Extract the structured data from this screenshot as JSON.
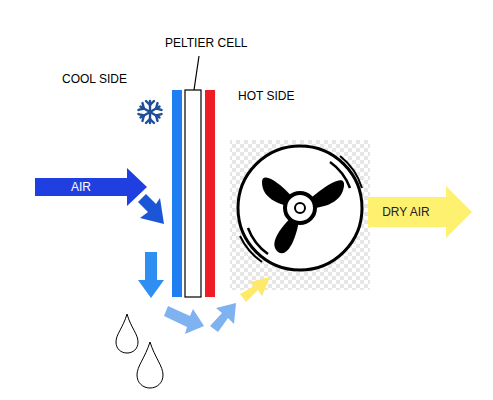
{
  "diagram": {
    "nodes": [
      {
        "text": [
          "AIR"
        ]
      },
      {
        "text": [
          "DRY AIR"
        ]
      }
    ],
    "labels": [
      "PELTIER CELL",
      "COOL SIDE",
      "HOT SIDE"
    ]
  }
}
